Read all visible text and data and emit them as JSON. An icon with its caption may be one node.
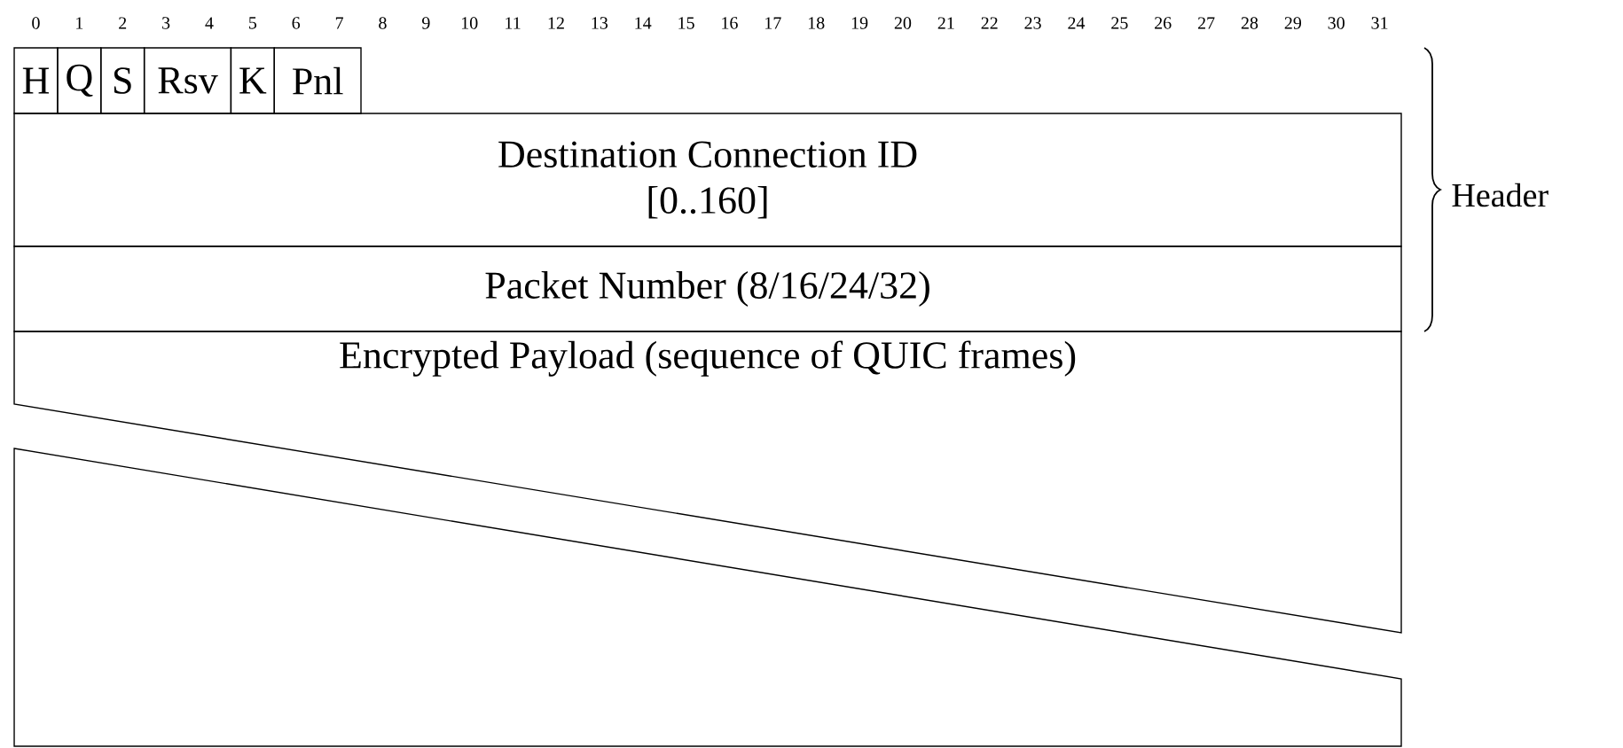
{
  "diagram": {
    "nodes": [
      {
        "text": [
          "H"
        ]
      },
      {
        "text": [
          "Q"
        ]
      },
      {
        "text": [
          "S"
        ]
      },
      {
        "text": [
          "Rsv"
        ]
      },
      {
        "text": [
          "K"
        ]
      },
      {
        "text": [
          "Pnl"
        ]
      },
      {
        "text": [
          "Destination Connection ID",
          "[0..160]"
        ]
      },
      {
        "text": [
          "Packet Number (8/16/24/32)"
        ]
      },
      {
        "text": [
          "Encrypted Payload (sequence of QUIC frames)"
        ]
      }
    ],
    "edges": [],
    "labels": [
      "0",
      "1",
      "2",
      "3",
      "4",
      "5",
      "6",
      "7",
      "8",
      "9",
      "10",
      "11",
      "12",
      "13",
      "14",
      "15",
      "16",
      "17",
      "18",
      "19",
      "20",
      "21",
      "22",
      "23",
      "24",
      "25",
      "26",
      "27",
      "28",
      "29",
      "30",
      "31",
      "Header"
    ]
  }
}
